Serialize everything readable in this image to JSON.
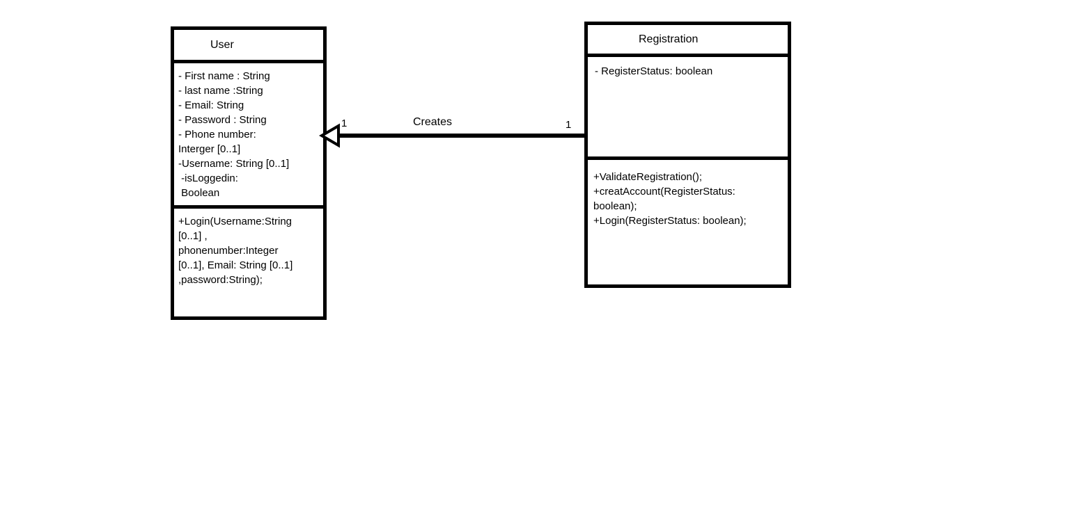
{
  "diagram": {
    "background_color": "#ffffff",
    "stroke_color": "#000000",
    "classes": [
      {
        "name": "User",
        "attribute_lines": [
          "- First name : String",
          "- last name :String",
          "- Email: String",
          "- Password : String",
          "- Phone number:",
          "Interger [0..1]",
          "-Username: String [0..1]",
          " -isLoggedin:",
          " Boolean"
        ],
        "method_lines": [
          "+Login(Username:String",
          "[0..1] ,",
          "phonenumber:Integer",
          "[0..1], Email: String [0..1]",
          ",password:String);"
        ]
      },
      {
        "name": "Registration",
        "attribute_lines": [
          "- RegisterStatus: boolean"
        ],
        "method_lines": [
          "+ValidateRegistration();",
          "+creatAccount(RegisterStatus:",
          "boolean);",
          "+Login(RegisterStatus: boolean);"
        ]
      }
    ],
    "association": {
      "label": "Creates",
      "source_multiplicity": "1",
      "target_multiplicity": "1",
      "arrowhead": "open-triangle"
    }
  }
}
